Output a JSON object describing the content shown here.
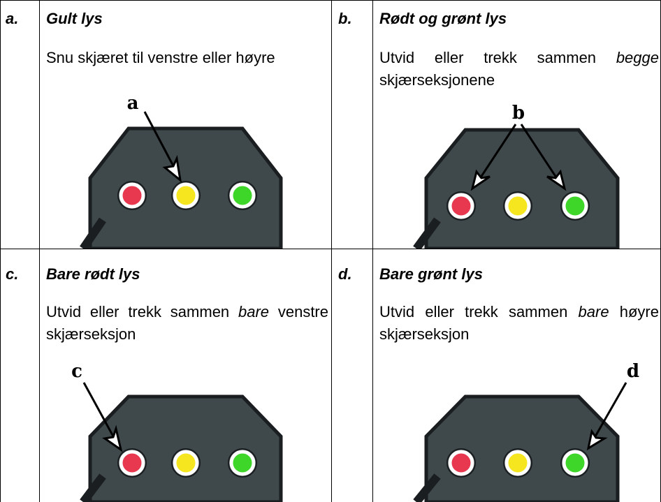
{
  "cells": [
    {
      "letter": "a.",
      "title": "Gult lys",
      "desc_pre": "Snu skjæret til venstre eller høyre",
      "desc_em": "",
      "desc_post": "",
      "callout": "a",
      "arrow_target": "yellow"
    },
    {
      "letter": "b.",
      "title": "Rødt og grønt lys",
      "desc_pre": "Utvid eller trekk sammen ",
      "desc_em": "begge",
      "desc_post": " skjærseksjonene",
      "callout": "b",
      "arrow_target": "red and green"
    },
    {
      "letter": "c.",
      "title": "Bare rødt lys",
      "desc_pre": "Utvid eller trekk sammen ",
      "desc_em": "bare",
      "desc_post": " venstre skjærseksjon",
      "callout": "c",
      "arrow_target": "red"
    },
    {
      "letter": "d.",
      "title": "Bare grønt lys",
      "desc_pre": "Utvid eller trekk sammen ",
      "desc_em": "bare",
      "desc_post": " høyre skjærseksjon",
      "callout": "d",
      "arrow_target": "green"
    }
  ],
  "colors": {
    "panel": "#3f484b",
    "red_light": "#e8384f",
    "yellow_light": "#f5e620",
    "green_light": "#3fd62a",
    "border": "#000000"
  }
}
